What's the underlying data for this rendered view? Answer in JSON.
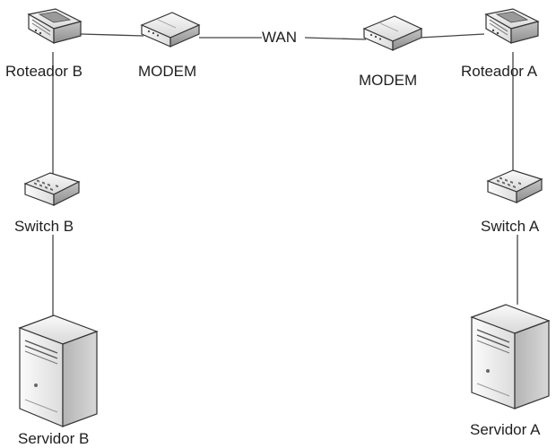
{
  "diagram": {
    "link_label": "WAN",
    "nodes": {
      "roteador_b": {
        "label": "Roteador B",
        "icon": "router-icon"
      },
      "modem_b": {
        "label": "MODEM",
        "icon": "modem-icon"
      },
      "modem_a": {
        "label": "MODEM",
        "icon": "modem-icon"
      },
      "roteador_a": {
        "label": "Roteador A",
        "icon": "router-icon"
      },
      "switch_b": {
        "label": "Switch B",
        "icon": "switch-icon"
      },
      "switch_a": {
        "label": "Switch A",
        "icon": "switch-icon"
      },
      "servidor_b": {
        "label": "Servidor B",
        "icon": "server-icon"
      },
      "servidor_a": {
        "label": "Servidor A",
        "icon": "server-icon"
      }
    },
    "colors": {
      "line": "#444444",
      "device_light": "#f0f0f0",
      "device_mid": "#cfcfcf",
      "device_dark": "#8a8a8a",
      "outline": "#333333"
    }
  }
}
